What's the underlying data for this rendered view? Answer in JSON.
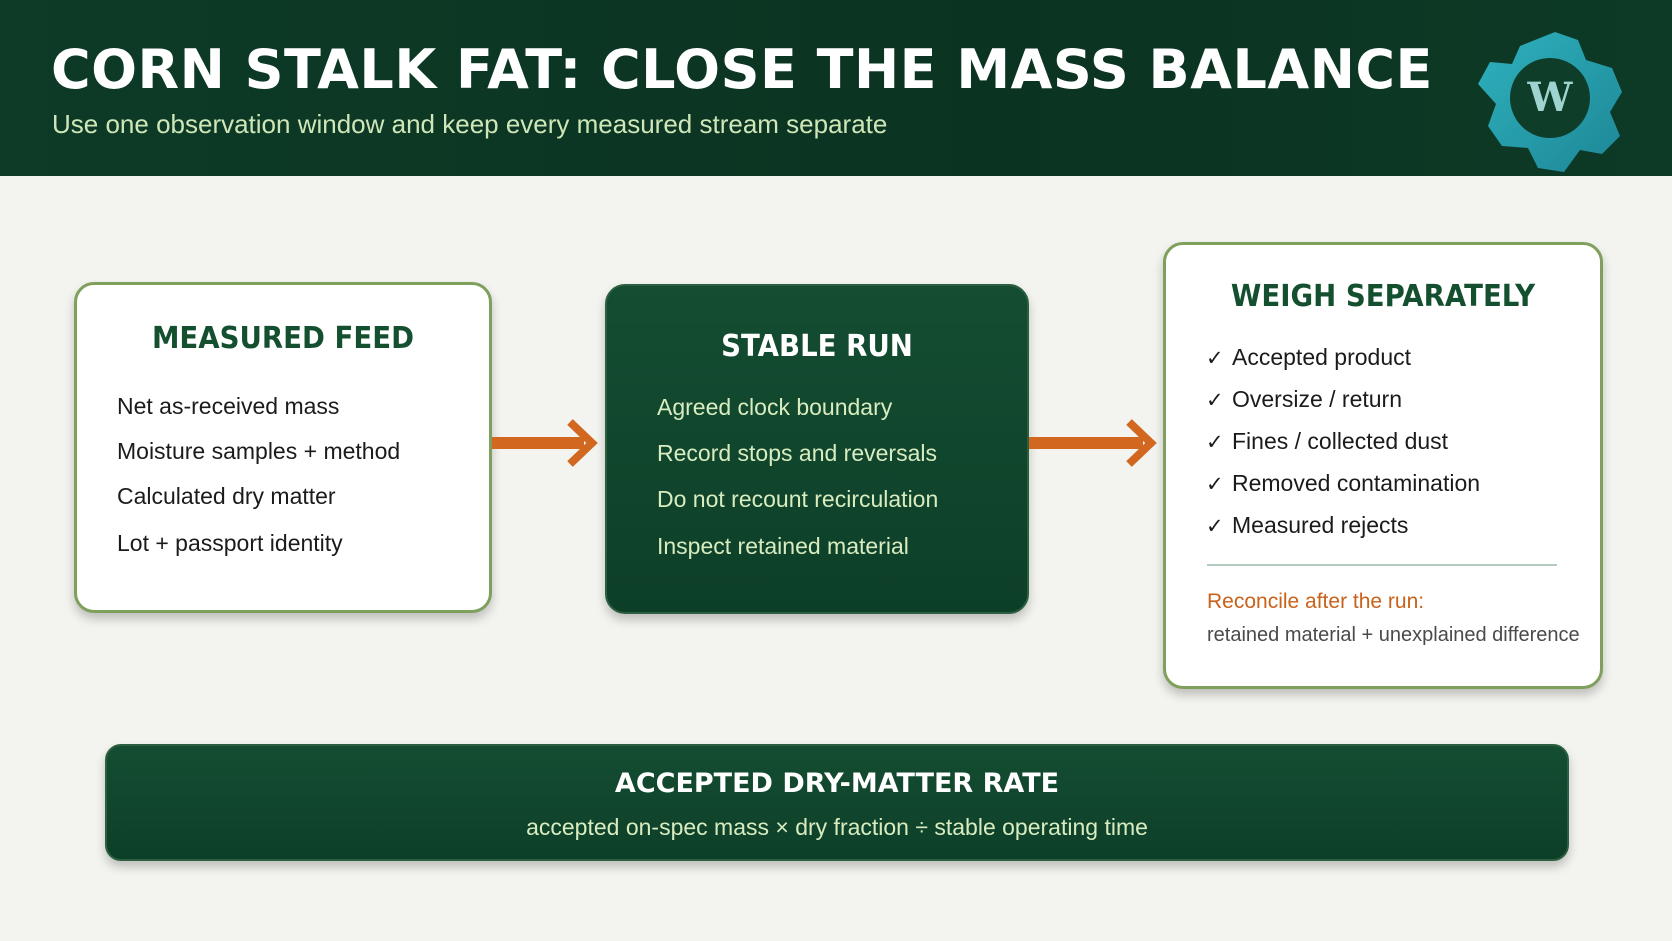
{
  "header": {
    "title": "CORN STALK FAT: CLOSE THE MASS BALANCE",
    "subtitle": "Use one observation window and keep every measured stream separate",
    "logo_icon": "gear-logo-icon"
  },
  "feed": {
    "title": "MEASURED FEED",
    "items": [
      "Net as-received mass",
      "Moisture samples + method",
      "Calculated dry matter",
      "Lot + passport identity"
    ]
  },
  "run": {
    "title": "STABLE RUN",
    "items": [
      "Agreed clock boundary",
      "Record stops and reversals",
      "Do not recount recirculation",
      "Inspect retained material"
    ]
  },
  "weigh": {
    "title": "WEIGH SEPARATELY",
    "check_mark": "✓",
    "items": [
      "Accepted product",
      "Oversize / return",
      "Fines / collected dust",
      "Removed contamination",
      "Measured rejects"
    ],
    "reconcile_label": "Reconcile after the run:",
    "reconcile_text": "retained material + unexplained difference"
  },
  "result": {
    "title": "ACCEPTED DRY-MATTER RATE",
    "formula": "accepted on-spec mass × dry fraction ÷ stable operating time"
  },
  "colors": {
    "header_bg": "#0d3b27",
    "card_dark": "#114a30",
    "card_border": "#7f9f5c",
    "arrow": "#d2671f",
    "accent_text": "#cfe6b8",
    "reconcile": "#c9621b",
    "logo_teal": "#2aa3b0"
  }
}
